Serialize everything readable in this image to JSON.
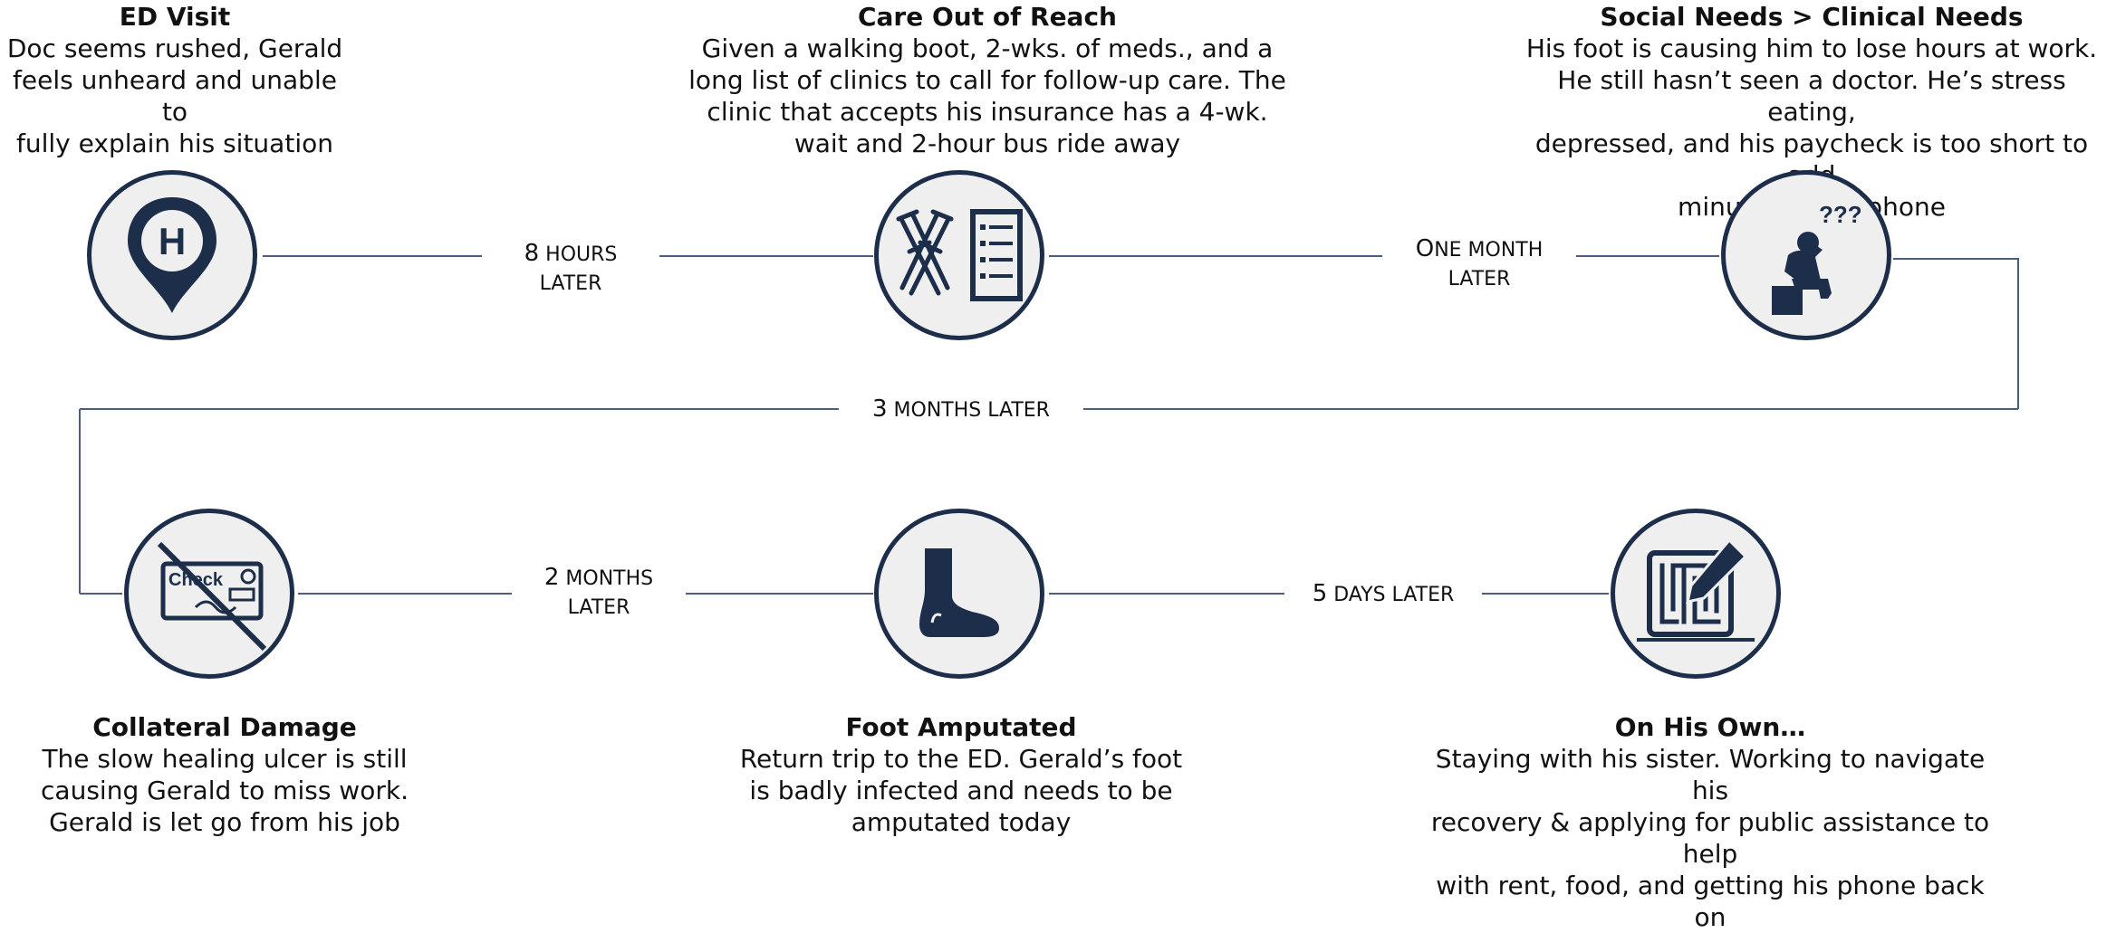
{
  "stages": [
    {
      "title": "ED Visit",
      "lines": [
        "Doc seems rushed, Gerald",
        "feels unheard and unable to",
        "fully explain his situation"
      ],
      "icon": "hospital-pin-icon"
    },
    {
      "title": "Care Out of Reach",
      "lines": [
        "Given a walking boot, 2-wks. of meds., and a",
        "long list of clinics to call for follow-up care. The",
        "clinic that accepts his insurance has a 4-wk.",
        "wait and 2-hour bus ride away"
      ],
      "icon": "crutches-checklist-icon"
    },
    {
      "title": "Social Needs > Clinical Needs",
      "lines": [
        "His foot is causing him to lose hours at work.",
        "He still hasn’t seen a doctor. He’s stress eating,",
        "depressed, and his paycheck is too short to add",
        "minutes to his phone"
      ],
      "icon": "confused-person-icon"
    },
    {
      "title": "Collateral Damage",
      "lines": [
        "The slow healing ulcer is still",
        "causing Gerald to miss work.",
        "Gerald is let go from his job"
      ],
      "icon": "no-paycheck-icon"
    },
    {
      "title": "Foot Amputated",
      "lines": [
        "Return trip to the ED. Gerald’s foot",
        "is badly infected and needs to be",
        "amputated today"
      ],
      "icon": "foot-icon"
    },
    {
      "title": "On His Own…",
      "lines": [
        "Staying with his sister. Working to navigate his",
        "recovery & applying for public assistance to help",
        "with rent, food, and getting his phone back on"
      ],
      "icon": "maze-pen-icon"
    }
  ],
  "intervals": {
    "eight_hours": {
      "lead": "8",
      "line1": "hours",
      "line2": "later"
    },
    "one_month": {
      "lead": "O",
      "line1": "ne month",
      "line2": "later"
    },
    "three_months": {
      "lead": "3",
      "line1": "months later"
    },
    "two_months": {
      "lead": "2",
      "line1": "months",
      "line2": "later"
    },
    "five_days": {
      "lead": "5",
      "line1": "days later"
    }
  },
  "icon_badges": {
    "hospital_letter": "H",
    "check_word": "Check",
    "question_marks": "???"
  },
  "colors": {
    "navy": "#1d2e4a",
    "circle_fill": "#efefef",
    "connector": "#4a5f7e"
  }
}
